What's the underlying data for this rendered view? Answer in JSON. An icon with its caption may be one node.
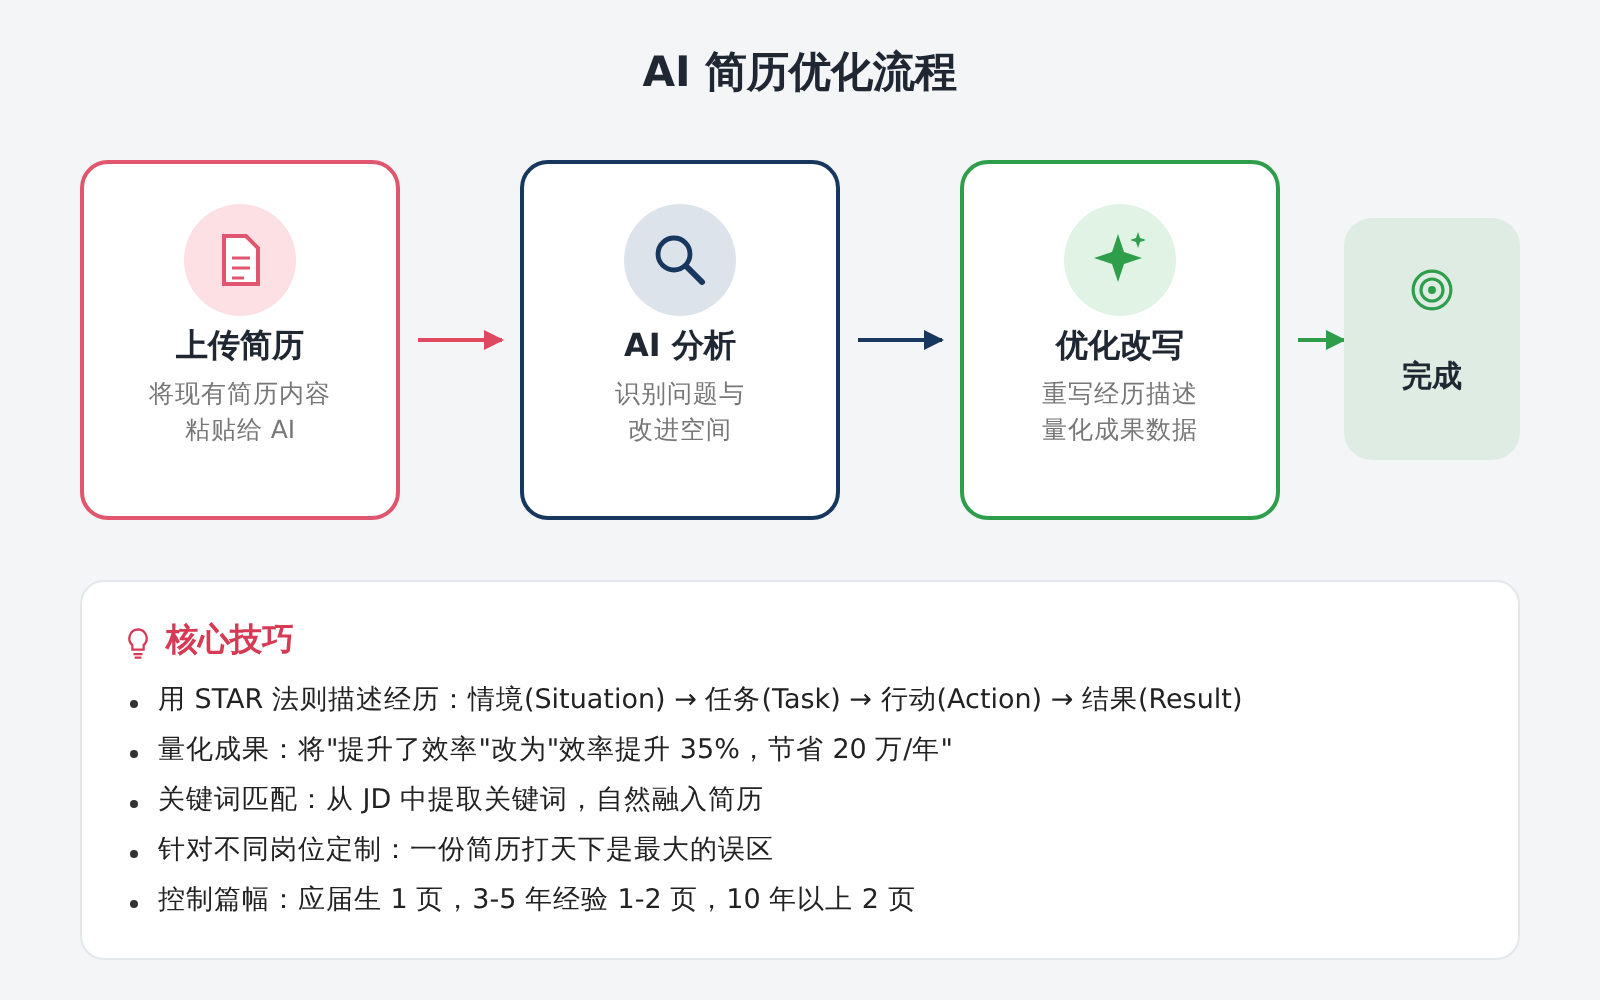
{
  "diagram": {
    "title": "AI 简历优化流程",
    "nodes": [
      {
        "text": [
          "上传简历",
          "将现有简历内容粘贴给 AI"
        ]
      },
      {
        "text": [
          "AI 分析",
          "识别问题与改进空间"
        ]
      },
      {
        "text": [
          "优化改写",
          "重写经历描述量化成果数据"
        ]
      },
      {
        "text": [
          "完成"
        ]
      },
      {
        "text": [
          "核心技巧",
          "用 STAR 法则描述经历：情境(Situation) → 任务(Task) → 行动(Action) → 结果(Result)",
          "量化成果：将\"提升了效率\"改为\"效率提升 35%，节省 20 万/年\"",
          "关键词匹配：从 JD 中提取关键词，自然融入简历",
          "针对不同岗位定制：一份简历打天下是最大的误区",
          "控制篇幅：应届生 1 页，3-5 年经验 1-2 页，10 年以上 2 页"
        ]
      }
    ],
    "edges": [
      {
        "from": 0,
        "to": 1,
        "arrow": "to",
        "color": "#e0485f"
      },
      {
        "from": 1,
        "to": 2,
        "arrow": "to",
        "color": "#17375e"
      },
      {
        "from": 2,
        "to": 3,
        "arrow": "to",
        "color": "#2e9e4a"
      }
    ]
  }
}
